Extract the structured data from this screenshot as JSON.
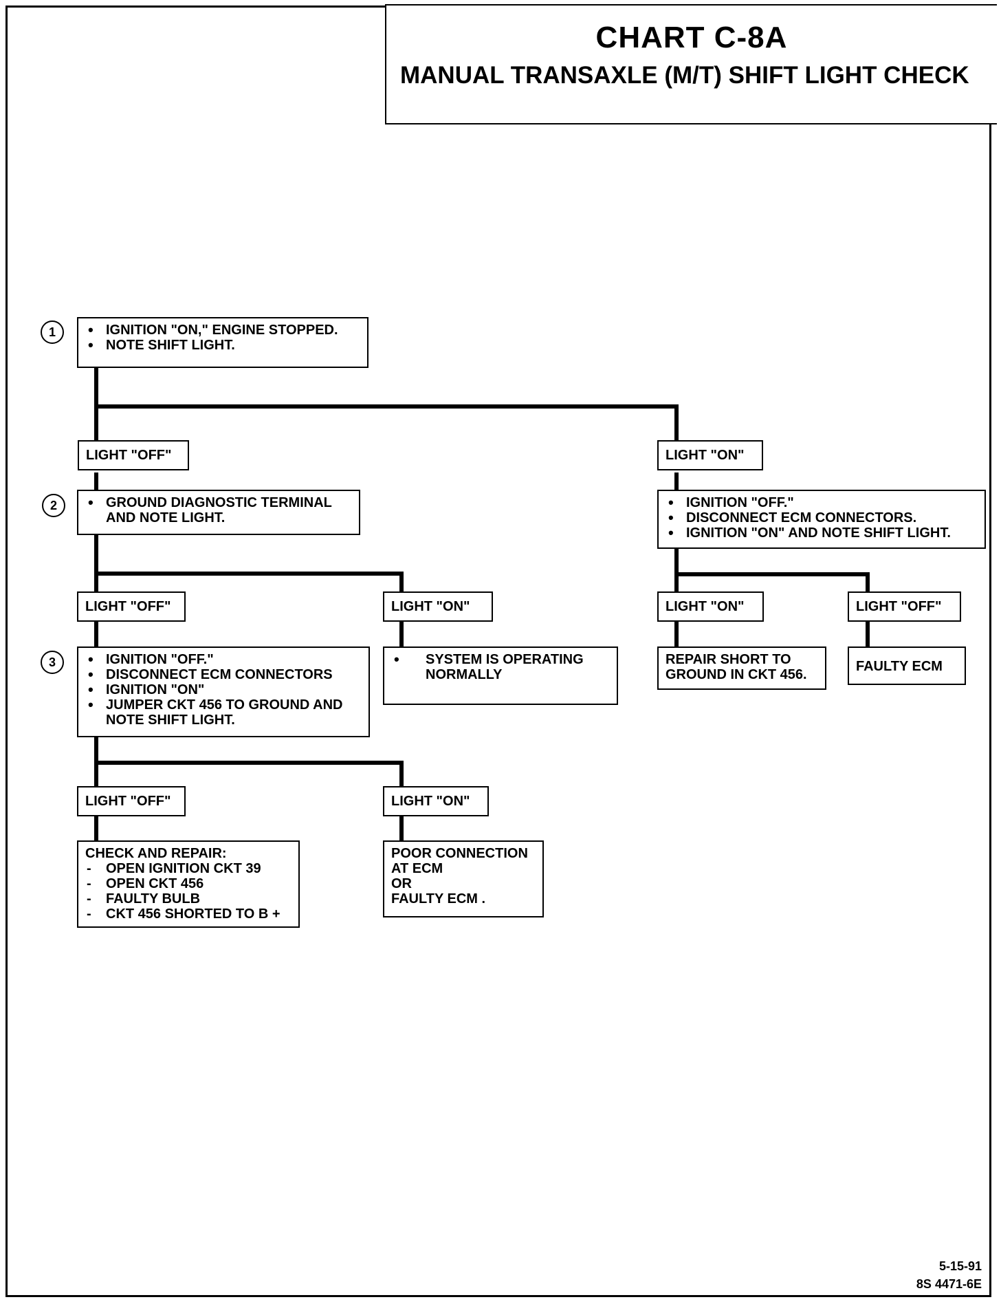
{
  "header": {
    "chart_id": "CHART C-8A",
    "title": "MANUAL TRANSAXLE (M/T) SHIFT LIGHT CHECK"
  },
  "steps": {
    "s1": "1",
    "s2": "2",
    "s3": "3"
  },
  "step1": {
    "lines": [
      "IGNITION \"ON,\" ENGINE STOPPED.",
      "NOTE SHIFT LIGHT."
    ]
  },
  "step1_off_label": "LIGHT \"OFF\"",
  "step1_on_label": "LIGHT \"ON\"",
  "step2": {
    "line1": "GROUND DIAGNOSTIC TERMINAL",
    "line2": "AND NOTE LIGHT."
  },
  "right_branch": {
    "lines": [
      "IGNITION \"OFF.\"",
      "DISCONNECT ECM  CONNECTORS.",
      "IGNITION \"ON\" AND NOTE SHIFT LIGHT."
    ]
  },
  "step2_off_label": "LIGHT \"OFF\"",
  "step2_on_label": "LIGHT \"ON\"",
  "right_on_label": "LIGHT \"ON\"",
  "right_off_label": "LIGHT \"OFF\"",
  "step3": {
    "lines": [
      "IGNITION \"OFF.\"",
      "DISCONNECT ECM CONNECTORS",
      "IGNITION \"ON\"",
      "JUMPER CKT 456 TO GROUND AND"
    ],
    "line5": "NOTE SHIFT LIGHT."
  },
  "system_normal": {
    "line1": "SYSTEM IS OPERATING",
    "line2": "NORMALLY"
  },
  "repair_short": {
    "line1": "REPAIR SHORT TO",
    "line2": "GROUND IN CKT 456."
  },
  "faulty_ecm_right": "FAULTY ECM",
  "step3_off_label": "LIGHT \"OFF\"",
  "step3_on_label": "LIGHT \"ON\"",
  "check_repair": {
    "heading": "CHECK AND REPAIR:",
    "items": [
      "OPEN IGNITION CKT 39",
      "OPEN CKT 456",
      "FAULTY BULB",
      "CKT 456 SHORTED TO B +"
    ]
  },
  "poor_connection": {
    "lines": [
      "POOR CONNECTION",
      "AT ECM",
      "OR",
      "FAULTY ECM ."
    ]
  },
  "footer": {
    "date": "5-15-91",
    "code": "8S 4471-6E"
  }
}
